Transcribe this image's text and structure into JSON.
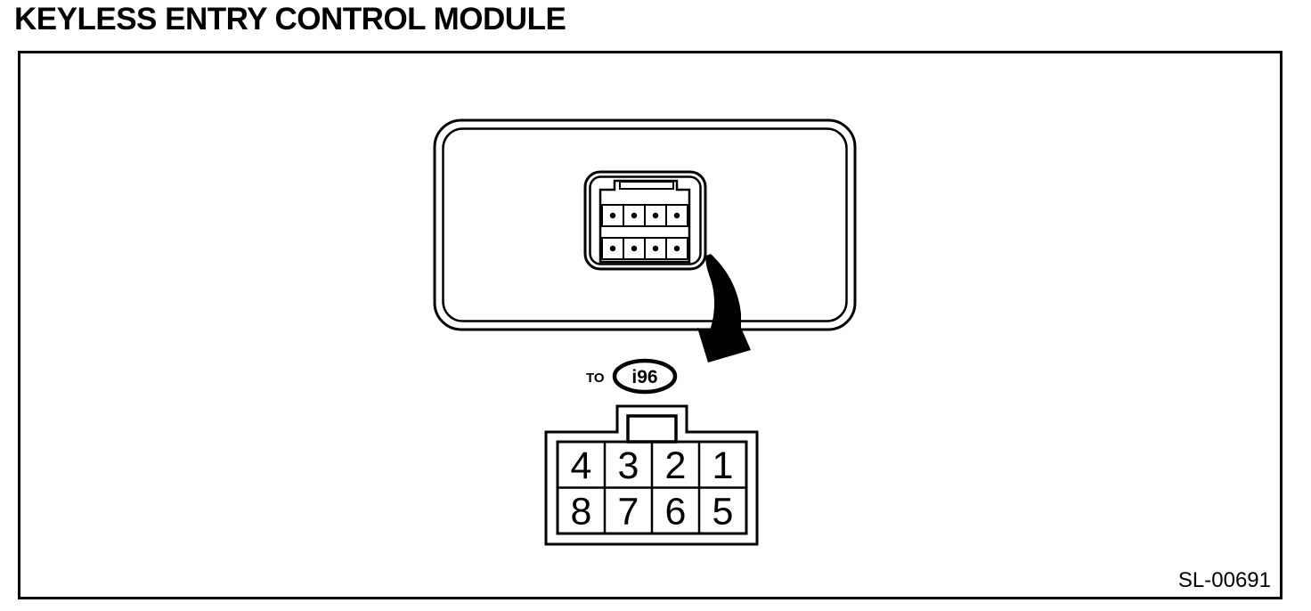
{
  "page": {
    "title": "KEYLESS ENTRY CONTROL MODULE",
    "figure_id": "SL-00691"
  },
  "callout": {
    "prefix": "TO",
    "target": "i96"
  },
  "pinout": {
    "rows": [
      [
        "4",
        "3",
        "2",
        "1"
      ],
      [
        "8",
        "7",
        "6",
        "5"
      ]
    ]
  },
  "colors": {
    "ink": "#000000",
    "paper": "#ffffff"
  }
}
